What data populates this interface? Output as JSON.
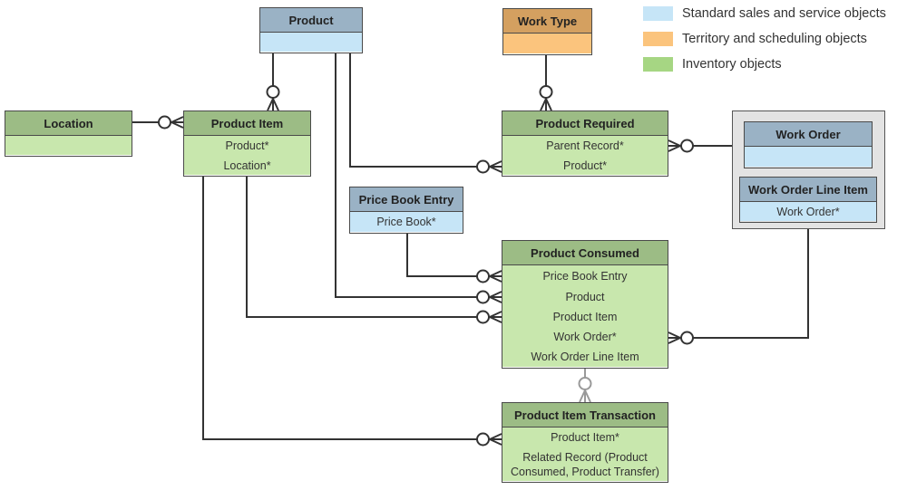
{
  "legend": [
    {
      "label": "Standard sales and service objects",
      "color": "#c6e5f7"
    },
    {
      "label": "Territory and scheduling objects",
      "color": "#fbc47d"
    },
    {
      "label": "Inventory objects",
      "color": "#a6d683"
    }
  ],
  "entities": {
    "product": {
      "title": "Product"
    },
    "work_type": {
      "title": "Work Type"
    },
    "location": {
      "title": "Location"
    },
    "product_item": {
      "title": "Product Item",
      "fields": [
        "Product*",
        "Location*"
      ]
    },
    "product_required": {
      "title": "Product Required",
      "fields": [
        "Parent Record*",
        "Product*"
      ]
    },
    "work_order": {
      "title": "Work Order"
    },
    "work_order_line_item": {
      "title": "Work Order Line Item",
      "fields": [
        "Work Order*"
      ]
    },
    "price_book_entry": {
      "title": "Price Book Entry",
      "fields": [
        "Price Book*"
      ]
    },
    "product_consumed": {
      "title": "Product Consumed",
      "fields": [
        "Price Book Entry",
        "Product",
        "Product Item",
        "Work Order*",
        "Work Order Line Item"
      ]
    },
    "product_item_transaction": {
      "title": "Product Item Transaction",
      "fields": [
        "Product Item*",
        "Related Record (Product Consumed, Product Transfer)"
      ]
    }
  }
}
